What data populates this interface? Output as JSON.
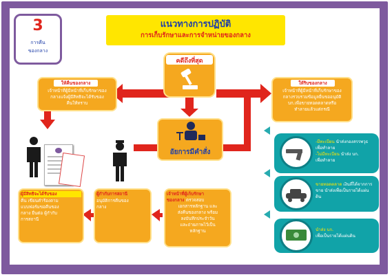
{
  "badge": {
    "number": "3",
    "line1": "การคืน",
    "line2": "ของกลาง"
  },
  "header": {
    "title": "แนวทางการปฏิบัติ",
    "subtitle": "การเก็บรักษาและการจำหน่ายของกลาง"
  },
  "center_top": {
    "label": "คดีถึงที่สุด"
  },
  "center": {
    "label": "อัยการมีคำสั่ง"
  },
  "left_panel": {
    "title": "ให้คืนของกลาง",
    "text": [
      "เจ้าหน้าที่ผู้มีหน้าที่เก็บรักษาของ",
      "กลางแจ้งผู้มีสิทธิจะได้รับของ",
      "คืนให้ทราบ"
    ]
  },
  "right_panel": {
    "title": "ให้ริบของกลาง",
    "text": [
      "เจ้าหน้าที่ผู้มีหน้าที่เก็บรักษาของ",
      "กลางรวบรวมข้อมูลยื่นขออนุมัติ",
      "บก.เพื่อขายทอดตลาดหรือ",
      "ทำลายแล้วแต่กรณี"
    ]
  },
  "step1": {
    "highlight": "ผู้มีสิทธิจะได้รับของ",
    "lines": [
      "คืน เขียนคำร้องตาม",
      "แบบฟอร์มขอคืนของ",
      "กลาง ยื่นต่อ ผู้กำกับ",
      "การสถานี"
    ]
  },
  "step2": {
    "highlight": "ผู้กำกับการสถานี",
    "lines": [
      "อนุมัติการคืนของ",
      "กลาง"
    ]
  },
  "step3": {
    "highlight": "เจ้าหน้าที่ผู้เก็บรักษา",
    "highlight2": "ของกลาง",
    "lines": [
      "ตรวจสอบ",
      "เอกสารหลักฐาน และ",
      "ส่งคืนของกลาง พร้อม",
      "ลงบันทึกประจำวัน",
      "และถ่ายภาพไว้เป็น",
      "หลักฐาน"
    ]
  },
  "dispose": [
    {
      "icon": "gun-icon",
      "l1a": "-มีทะเบียน",
      "l1b": " นำส่งกองสรรพวุธ",
      "l2": "เพื่อทำลาย",
      "l3a": "-ไม่มีทะเบียน",
      "l3b": " นำส่ง บก.",
      "l4": "เพื่อทำลาย"
    },
    {
      "icon": "vehicle-icon",
      "l1a": "ขายทอดตลาด",
      "l1b": " เงินที่ได้จากการ",
      "l2": "ขาย นำส่งเพื่อเป็นรายได้แผ่น",
      "l3a": "ดิน",
      "l3b": "",
      "l4": ""
    },
    {
      "icon": "money-icon",
      "l1a": "นำส่ง บก.",
      "l1b": "",
      "l2": "เพื่อเป็นรายได้แผ่นดิน",
      "l3a": "",
      "l3b": "",
      "l4": ""
    }
  ],
  "colors": {
    "frame": "#7e5a9e",
    "orange": "#f5a81f",
    "red": "#e0251c",
    "yellow": "#ffe600",
    "teal": "#11a3a8",
    "navy": "#1f3fa8"
  }
}
